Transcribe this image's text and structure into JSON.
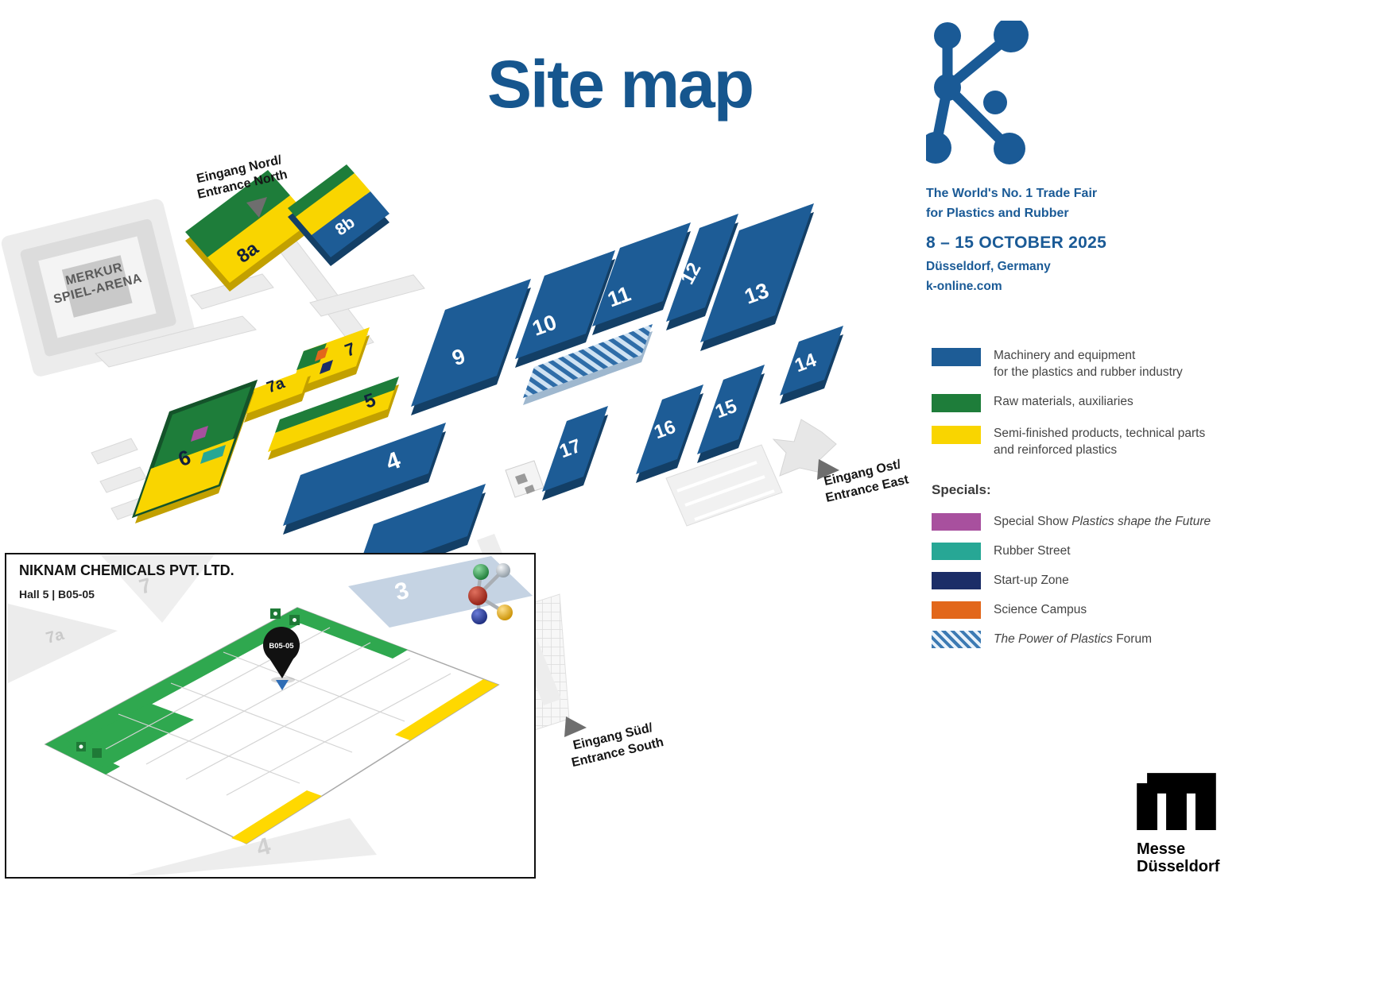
{
  "title": "Site map",
  "brand": {
    "tagline1": "The World's No. 1 Trade Fair",
    "tagline2": "for Plastics and Rubber",
    "dates": "8 – 15 OCTOBER 2025",
    "location": "Düsseldorf, Germany",
    "website": "k-online.com"
  },
  "colors": {
    "machinery_blue": "#1d5c96",
    "raw_green": "#1e7d3a",
    "semi_yellow": "#f9d500",
    "special_purple": "#a8509e",
    "rubber_teal": "#27a795",
    "startup_navy": "#1b2d67",
    "science_orange": "#e2671b",
    "forum_stripe_blue": "#3c7ab3",
    "k_blue": "#1a5a96"
  },
  "legend": {
    "items": [
      {
        "color": "#1d5c96",
        "lines": [
          "Machinery and equipment",
          "for the plastics and rubber industry"
        ]
      },
      {
        "color": "#1e7d3a",
        "lines": [
          "Raw materials, auxiliaries",
          ""
        ]
      },
      {
        "color": "#f9d500",
        "lines": [
          "Semi-finished products, technical parts",
          "and reinforced plastics"
        ]
      }
    ],
    "specials_heading": "Specials:",
    "specials": [
      {
        "color": "#a8509e",
        "pre": "Special Show ",
        "em": "Plastics shape the Future",
        "post": ""
      },
      {
        "color": "#27a795",
        "pre": "Rubber Street",
        "em": "",
        "post": ""
      },
      {
        "color": "#1b2d67",
        "pre": "Start-up Zone",
        "em": "",
        "post": ""
      },
      {
        "color": "#e2671b",
        "pre": "Science Campus",
        "em": "",
        "post": ""
      },
      {
        "color": "stripes",
        "pre": "",
        "em": "The Power of Plastics",
        "post": " Forum"
      }
    ]
  },
  "map": {
    "arena": {
      "line1": "MERKUR",
      "line2": "SPIEL-ARENA"
    },
    "halls": {
      "h3": "3",
      "h4": "4",
      "h5": "5",
      "h6": "6",
      "h7": "7",
      "h7a": "7a",
      "h8a": "8a",
      "h8b": "8b",
      "h9": "9",
      "h10": "10",
      "h11": "11",
      "h12": "12",
      "h13": "13",
      "h14": "14",
      "h15": "15",
      "h16": "16",
      "h17": "17"
    },
    "entrances": {
      "north1": "Eingang Nord/",
      "north2": "Entrance North",
      "east1": "Eingang Ost/",
      "east2": "Entrance East",
      "south1": "Eingang Süd/",
      "south2": "Entrance South"
    }
  },
  "inset": {
    "company": "NIKNAM CHEMICALS PVT. LTD.",
    "hall_booth": "Hall 5 | B05-05",
    "pin_label": "B05-05",
    "faded": {
      "h7a": "7a",
      "h7": "7",
      "h3": "3",
      "h4": "4"
    }
  },
  "footer": {
    "logo_line1": "Messe",
    "logo_line2": "Düsseldorf"
  }
}
